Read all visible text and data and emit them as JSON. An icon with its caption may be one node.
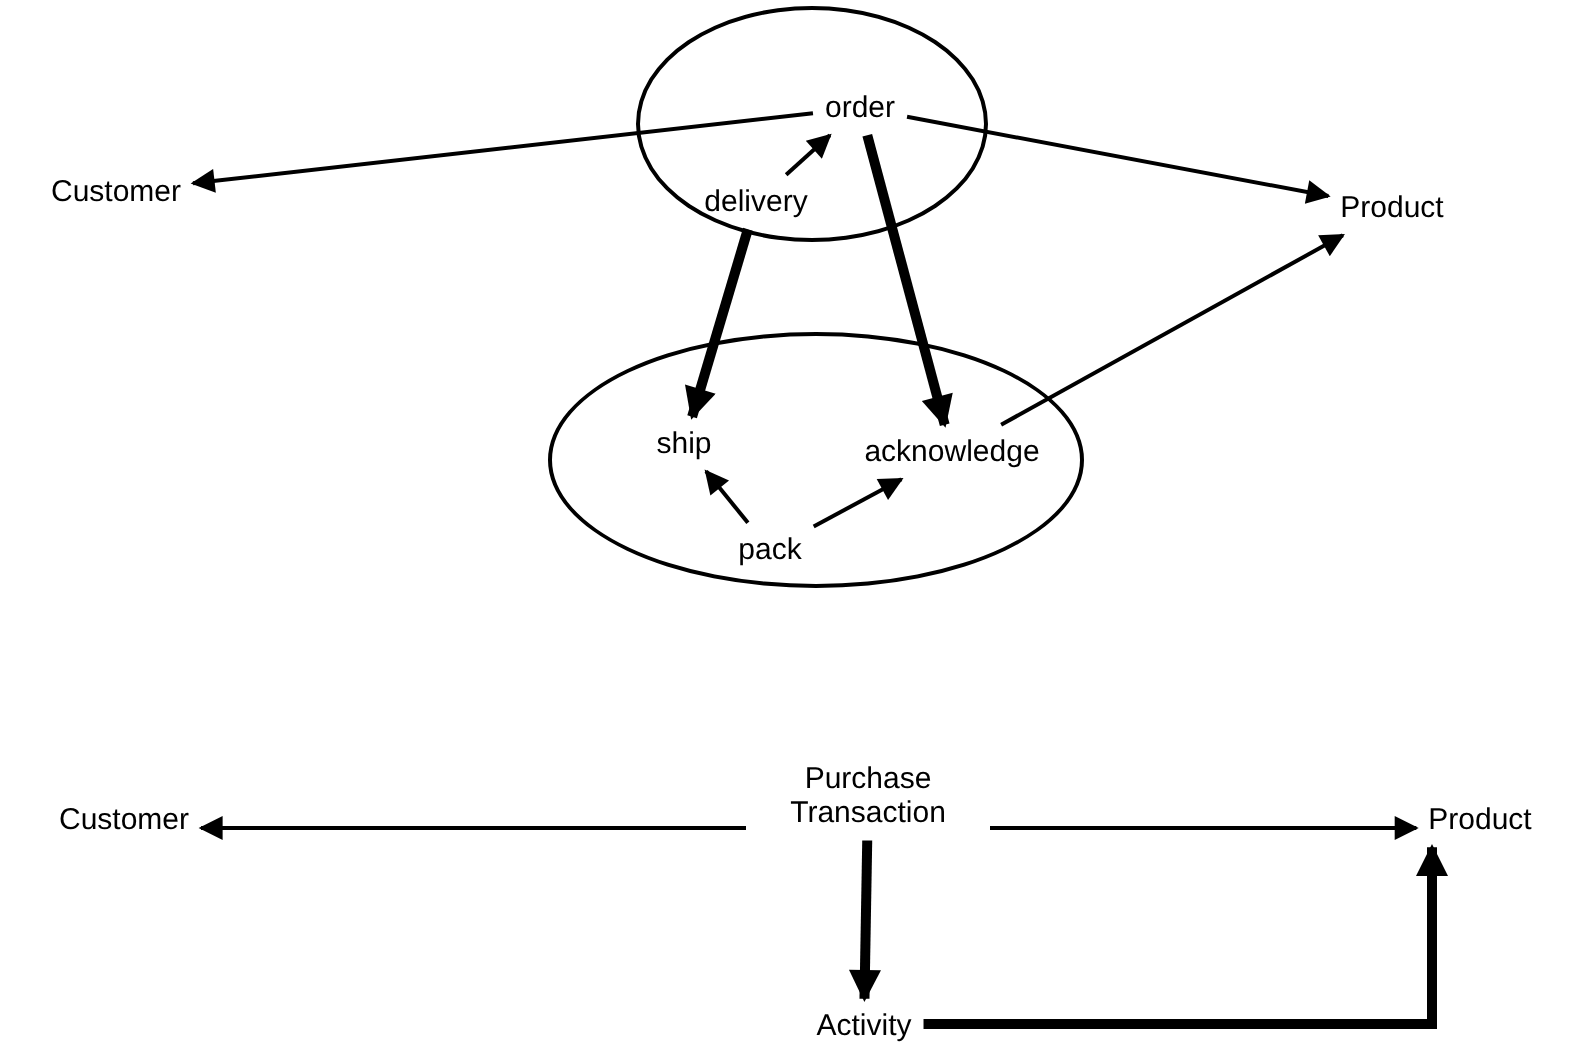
{
  "diagram": {
    "nodes": [
      {
        "text": [
          "Customer"
        ]
      },
      {
        "text": [],
        "shape": "ellipse"
      },
      {
        "text": [
          "order"
        ],
        "in": 1
      },
      {
        "text": [
          "delivery"
        ],
        "in": 1
      },
      {
        "text": [
          "Product"
        ]
      },
      {
        "text": [],
        "shape": "ellipse"
      },
      {
        "text": [
          "ship"
        ],
        "in": 5
      },
      {
        "text": [
          "acknowledge"
        ],
        "in": 5
      },
      {
        "text": [
          "pack"
        ],
        "in": 5
      },
      {
        "text": [
          "Customer"
        ]
      },
      {
        "text": [
          "Purchase Transaction"
        ]
      },
      {
        "text": [
          "Product"
        ]
      },
      {
        "text": [
          "Activity"
        ]
      }
    ],
    "edges": [
      {
        "from": 2,
        "to": 0,
        "arrow": "to"
      },
      {
        "from": 2,
        "to": 4,
        "arrow": "to"
      },
      {
        "from": 3,
        "to": 2,
        "arrow": "to"
      },
      {
        "from": 3,
        "to": 6,
        "arrow": "to",
        "style": "thick"
      },
      {
        "from": 2,
        "to": 7,
        "arrow": "to",
        "style": "thick"
      },
      {
        "from": 7,
        "to": 4,
        "arrow": "to"
      },
      {
        "from": 8,
        "to": 6,
        "arrow": "to"
      },
      {
        "from": 8,
        "to": 7,
        "arrow": "to"
      },
      {
        "from": 10,
        "to": 9,
        "arrow": "to"
      },
      {
        "from": 10,
        "to": 11,
        "arrow": "to"
      },
      {
        "from": 10,
        "to": 12,
        "arrow": "to",
        "style": "thick"
      },
      {
        "from": 12,
        "to": 11,
        "arrow": "to",
        "style": "thick"
      }
    ]
  }
}
